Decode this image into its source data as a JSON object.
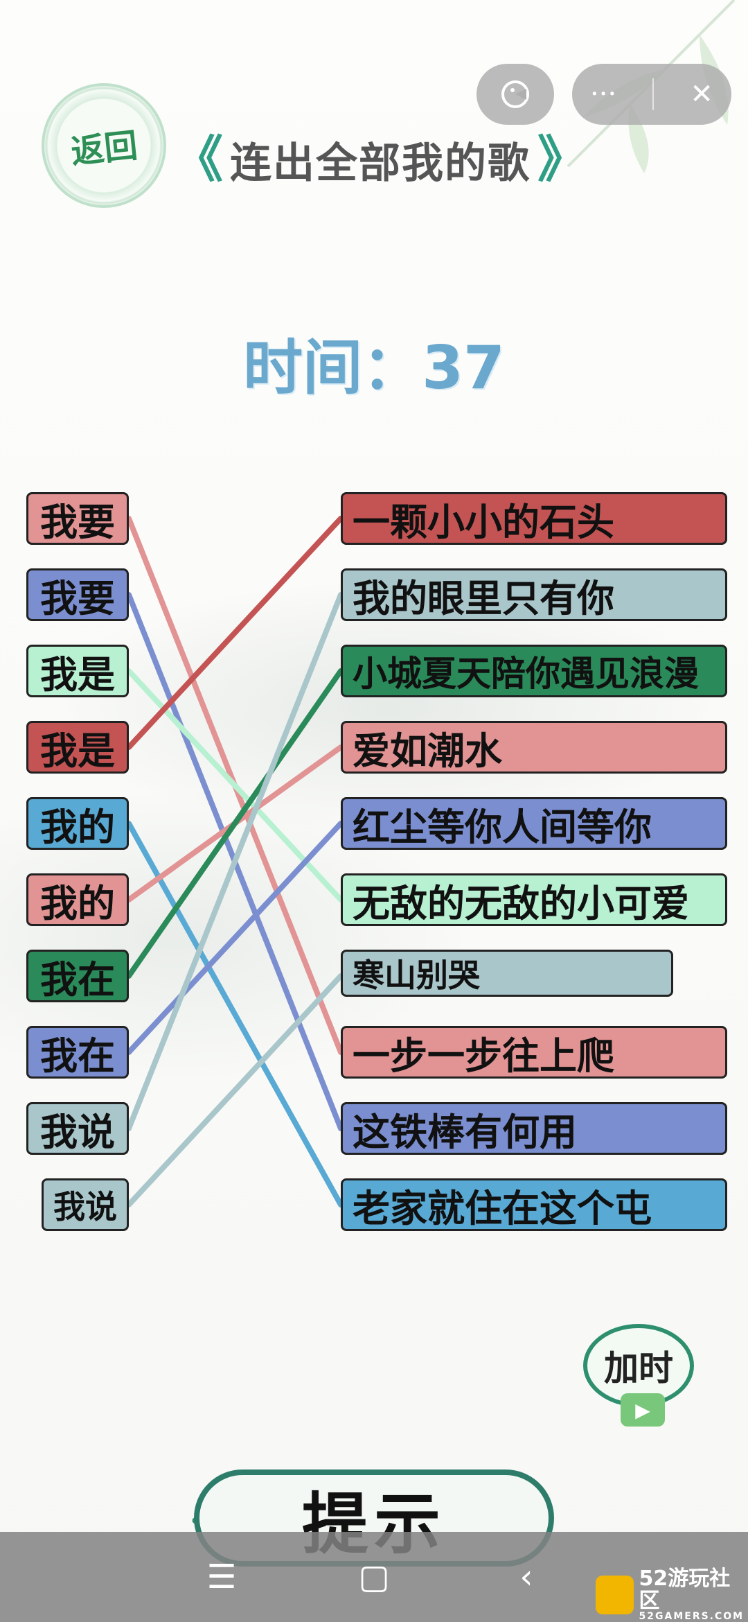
{
  "header": {
    "back_label": "返回",
    "title": "连出全部我的歌",
    "title_left": "《",
    "title_right": "》",
    "capsule_dots": "···",
    "capsule_close": "✕"
  },
  "timer": {
    "label": "时间：",
    "value": "37"
  },
  "left_items": [
    {
      "text": "我要",
      "color": "#e29393"
    },
    {
      "text": "我要",
      "color": "#7b8fd0"
    },
    {
      "text": "我是",
      "color": "#b8f0d2"
    },
    {
      "text": "我是",
      "color": "#c45454"
    },
    {
      "text": "我的",
      "color": "#58a9d4"
    },
    {
      "text": "我的",
      "color": "#e29393"
    },
    {
      "text": "我在",
      "color": "#2a8a59"
    },
    {
      "text": "我在",
      "color": "#7b8fd0"
    },
    {
      "text": "我说",
      "color": "#a9c6cb"
    },
    {
      "text": "我说",
      "color": "#a9c6cb"
    }
  ],
  "right_items": [
    {
      "text": "一颗小小的石头",
      "color": "#c45454"
    },
    {
      "text": "我的眼里只有你",
      "color": "#a9c6cb"
    },
    {
      "text": "小城夏天陪你遇见浪漫",
      "color": "#2a8a59"
    },
    {
      "text": "爱如潮水",
      "color": "#e29393"
    },
    {
      "text": "红尘等你人间等你",
      "color": "#7b8fd0"
    },
    {
      "text": "无敌的无敌的小可爱",
      "color": "#b8f0d2"
    },
    {
      "text": "寒山别哭",
      "color": "#a9c6cb"
    },
    {
      "text": "一步一步往上爬",
      "color": "#e29393"
    },
    {
      "text": "这铁棒有何用",
      "color": "#7b8fd0"
    },
    {
      "text": "老家就住在这个屯",
      "color": "#58a9d4"
    }
  ],
  "connections": [
    {
      "from": 0,
      "to": 7,
      "color": "#e29393"
    },
    {
      "from": 1,
      "to": 8,
      "color": "#7b8fd0"
    },
    {
      "from": 2,
      "to": 5,
      "color": "#b8f0d2"
    },
    {
      "from": 3,
      "to": 0,
      "color": "#c45454"
    },
    {
      "from": 4,
      "to": 9,
      "color": "#58a9d4"
    },
    {
      "from": 5,
      "to": 3,
      "color": "#e29393"
    },
    {
      "from": 6,
      "to": 2,
      "color": "#2a8a59"
    },
    {
      "from": 7,
      "to": 4,
      "color": "#7b8fd0"
    },
    {
      "from": 8,
      "to": 1,
      "color": "#a9c6cb"
    },
    {
      "from": 9,
      "to": 6,
      "color": "#a9c6cb"
    }
  ],
  "add_time": {
    "label": "加时",
    "icon": "video-icon"
  },
  "hint": {
    "label": "提示"
  },
  "navbar": {
    "menu": "☰",
    "home": "▢",
    "back": "‹"
  },
  "watermark": {
    "text": "52游玩社区",
    "sub": "52GAMERS.COM"
  }
}
